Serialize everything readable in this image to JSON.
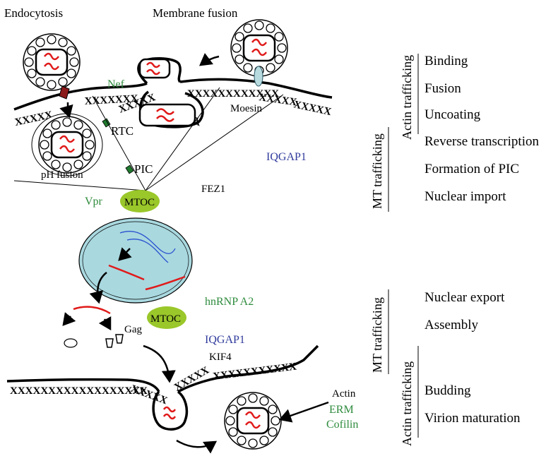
{
  "labels": {
    "endocytosis": "Endocytosis",
    "membrane_fusion": "Membrane fusion",
    "nef": "Nef",
    "moesin": "Moesin",
    "rtc": "RTC",
    "ph_fusion": "pH fusion",
    "pic": "PIC",
    "iqgap1_top": "IQGAP1",
    "fez1": "FEZ1",
    "vpr": "Vpr",
    "mtoc_top": "MTOC",
    "hnrnp_a2": "hnRNP A2",
    "mtoc_bottom": "MTOC",
    "gag": "Gag",
    "iqgap1_bottom": "IQGAP1",
    "kif4": "KIF4",
    "actin": "Actin",
    "erm": "ERM",
    "cofilin": "Cofilin"
  },
  "steps_top": [
    "Binding",
    "Fusion",
    "Uncoating",
    "Reverse transcription",
    "Formation of PIC",
    "Nuclear import"
  ],
  "steps_bottom": [
    "Nuclear export",
    "Assembly",
    "Budding",
    "Virion maturation"
  ],
  "side_labels": {
    "actin_top": "Actin trafficking",
    "mt_top": "MT trafficking",
    "mt_bottom": "MT trafficking",
    "actin_bottom": "Actin trafficking"
  },
  "colors": {
    "green_label": "#2e8b3c",
    "blue_label": "#2f3a9c",
    "rna": "#e01a1a",
    "nucleus": "#a9d8df",
    "mtoc": "#9ac72a"
  }
}
